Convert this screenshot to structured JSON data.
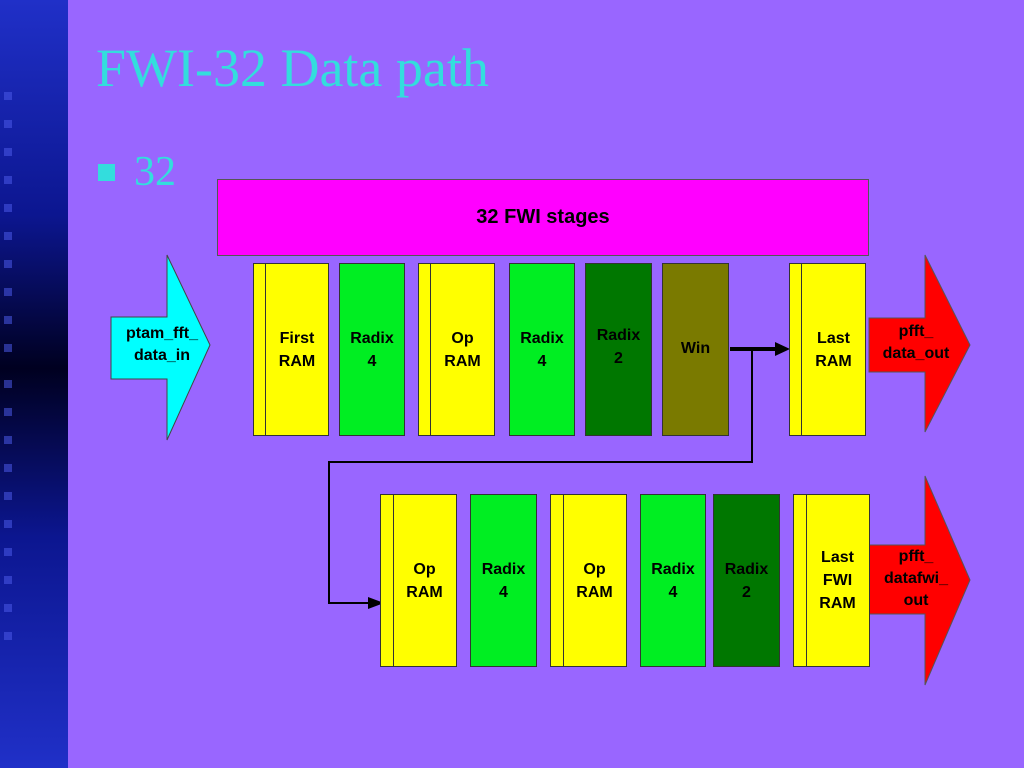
{
  "title": "FWI-32 Data path",
  "bullet": "32",
  "stages_label": "32 FWI stages",
  "input_label": "ptam_fft_\ndata_in",
  "row1": [
    {
      "label": "First\nRAM"
    },
    {
      "label": "Radix\n4"
    },
    {
      "label": "Op\nRAM"
    },
    {
      "label": "Radix\n4"
    },
    {
      "label": "Radix\n2"
    },
    {
      "label": "Win"
    },
    {
      "label": "Last\nRAM"
    }
  ],
  "row1_output": "pfft_\ndata_out",
  "row2": [
    {
      "label": "Op\nRAM"
    },
    {
      "label": "Radix\n4"
    },
    {
      "label": "Op\nRAM"
    },
    {
      "label": "Radix\n4"
    },
    {
      "label": "Radix\n2"
    },
    {
      "label": "Last\nFWI\nRAM"
    }
  ],
  "row2_output": "pfft_\ndatafwi_\nout",
  "colors": {
    "background": "#9966ff",
    "title": "#33dddd",
    "stage_bar": "#ff00ff",
    "ram": "#ffff00",
    "radix4": "#00ee22",
    "radix2": "#007700",
    "win": "#7a7a00",
    "input_arrow": "#00ffff",
    "output_arrow": "#ff0000"
  }
}
